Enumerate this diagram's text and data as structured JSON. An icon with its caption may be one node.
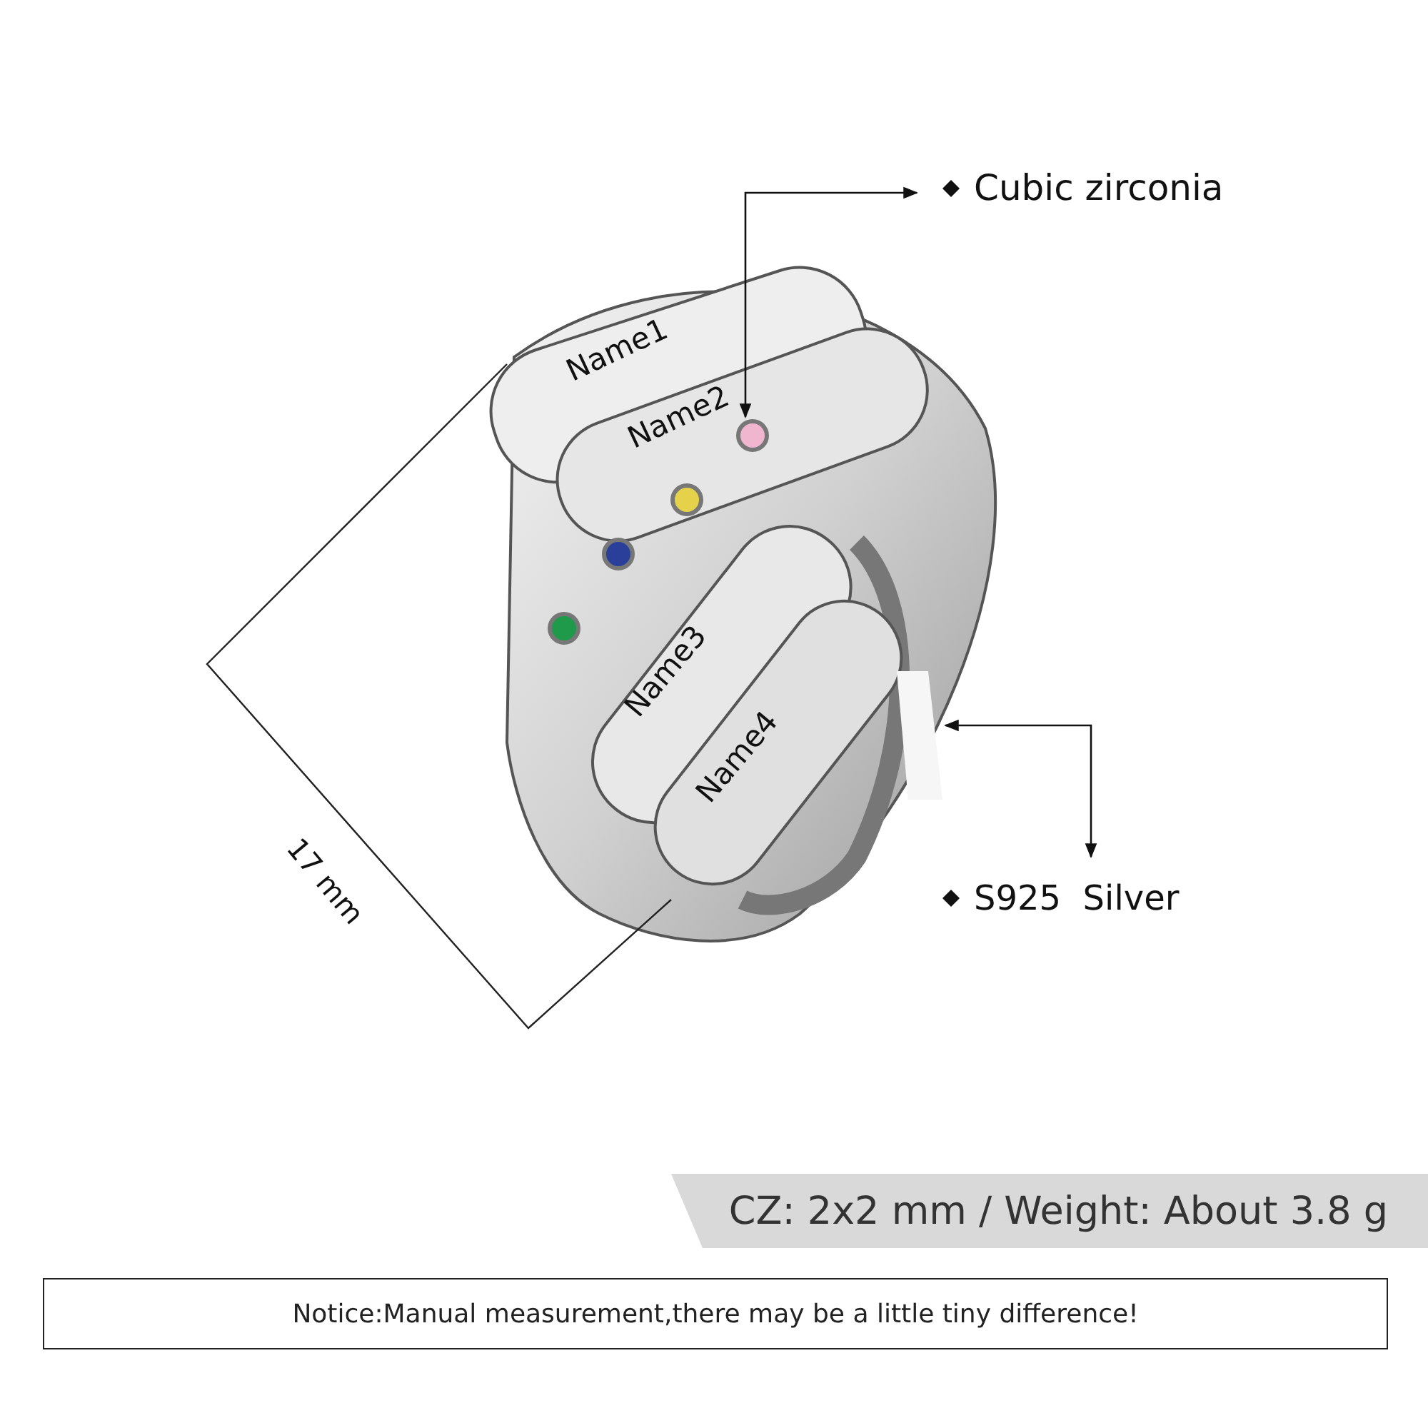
{
  "diagram": {
    "nodes": [
      {
        "text": [
          "Cubic zirconia"
        ]
      },
      {
        "text": [],
        "shape": "circle"
      },
      {
        "text": [
          "S925  Silver"
        ]
      },
      {
        "text": [],
        "shape": "picture"
      },
      {
        "text": [
          "CZ: 2x2 mm / Weight: About 3.8 g"
        ]
      },
      {
        "text": [
          "Notice:Manual measurement,there may be a little tiny difference!"
        ]
      }
    ],
    "edges": [
      {
        "from": 0,
        "to": 1,
        "arrow": "both"
      },
      {
        "from": 2,
        "to": 3,
        "arrow": "both"
      }
    ],
    "labels": [
      "Name1",
      "Name2",
      "Name3",
      "Name4",
      "17 mm"
    ]
  }
}
